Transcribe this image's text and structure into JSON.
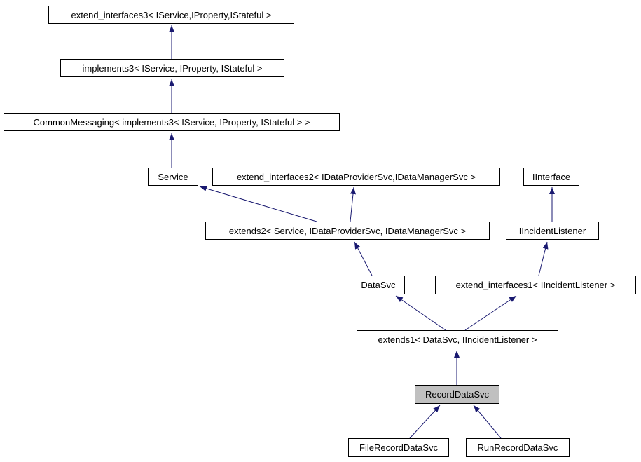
{
  "diagram": {
    "type": "class-inheritance-graph",
    "focus_class": "RecordDataSvc",
    "colors": {
      "arrow": "#191970",
      "node_border": "#000000",
      "node_fill": "#ffffff",
      "focus_node_fill": "#c0c0c0",
      "background": "#ffffff"
    },
    "nodes": {
      "extend_interfaces3": {
        "label": "extend_interfaces3< IService,IProperty,IStateful >"
      },
      "implements3": {
        "label": "implements3< IService, IProperty, IStateful >"
      },
      "common_messaging": {
        "label": "CommonMessaging< implements3< IService, IProperty, IStateful > >"
      },
      "service": {
        "label": "Service"
      },
      "extend_interfaces2": {
        "label": "extend_interfaces2< IDataProviderSvc,IDataManagerSvc >"
      },
      "iinterface": {
        "label": "IInterface"
      },
      "extends2": {
        "label": "extends2< Service, IDataProviderSvc, IDataManagerSvc >"
      },
      "iincident_listener": {
        "label": "IIncidentListener"
      },
      "datasvc": {
        "label": "DataSvc"
      },
      "extend_interfaces1": {
        "label": "extend_interfaces1< IIncidentListener >"
      },
      "extends1": {
        "label": "extends1< DataSvc, IIncidentListener >"
      },
      "record_datasvc": {
        "label": "RecordDataSvc"
      },
      "file_record_datasvc": {
        "label": "FileRecordDataSvc"
      },
      "run_record_datasvc": {
        "label": "RunRecordDataSvc"
      }
    },
    "edges": [
      {
        "from": "implements3",
        "to": "extend_interfaces3"
      },
      {
        "from": "common_messaging",
        "to": "implements3"
      },
      {
        "from": "service",
        "to": "common_messaging"
      },
      {
        "from": "extends2",
        "to": "service"
      },
      {
        "from": "extends2",
        "to": "extend_interfaces2"
      },
      {
        "from": "datasvc",
        "to": "extends2"
      },
      {
        "from": "iincident_listener",
        "to": "iinterface"
      },
      {
        "from": "extend_interfaces1",
        "to": "iincident_listener"
      },
      {
        "from": "extends1",
        "to": "datasvc"
      },
      {
        "from": "extends1",
        "to": "extend_interfaces1"
      },
      {
        "from": "record_datasvc",
        "to": "extends1"
      },
      {
        "from": "file_record_datasvc",
        "to": "record_datasvc"
      },
      {
        "from": "run_record_datasvc",
        "to": "record_datasvc"
      }
    ]
  }
}
